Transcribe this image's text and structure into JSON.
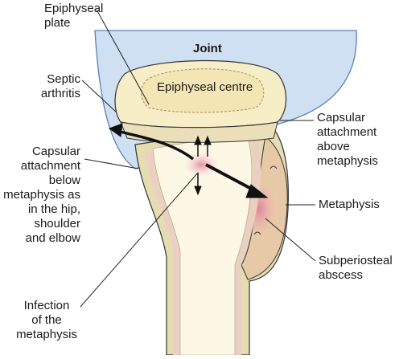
{
  "diagram": {
    "title": "",
    "colors": {
      "joint_fill": "#cfe0f3",
      "joint_stroke": "#5b7fb5",
      "bone_fill": "#fdf8e6",
      "cortex_fill": "#e6dcb2",
      "periosteum_fill": "#ead0c3",
      "epiphysis_fill": "#f7edc6",
      "abscess_fill": "#e8c9a7",
      "infection_pink": "#e9a7b7",
      "arrow": "#111111"
    },
    "labels": {
      "epiphyseal_plate": [
        "Epiphyseal",
        "plate"
      ],
      "joint": "Joint",
      "epiphyseal_centre": "Epiphyseal centre",
      "septic_arthritis": [
        "Septic",
        "arthritis"
      ],
      "capsular_above": [
        "Capsular",
        "attachment",
        "above",
        "metaphysis"
      ],
      "capsular_below": [
        "Capsular",
        "attachment",
        "below",
        "metaphysis as",
        "in the hip,",
        "shoulder",
        "and elbow"
      ],
      "metaphysis": "Metaphysis",
      "subperiosteal_abscess": [
        "Subperiosteal",
        "abscess"
      ],
      "infection": [
        "Infection",
        "of the",
        "metaphysis"
      ]
    }
  }
}
